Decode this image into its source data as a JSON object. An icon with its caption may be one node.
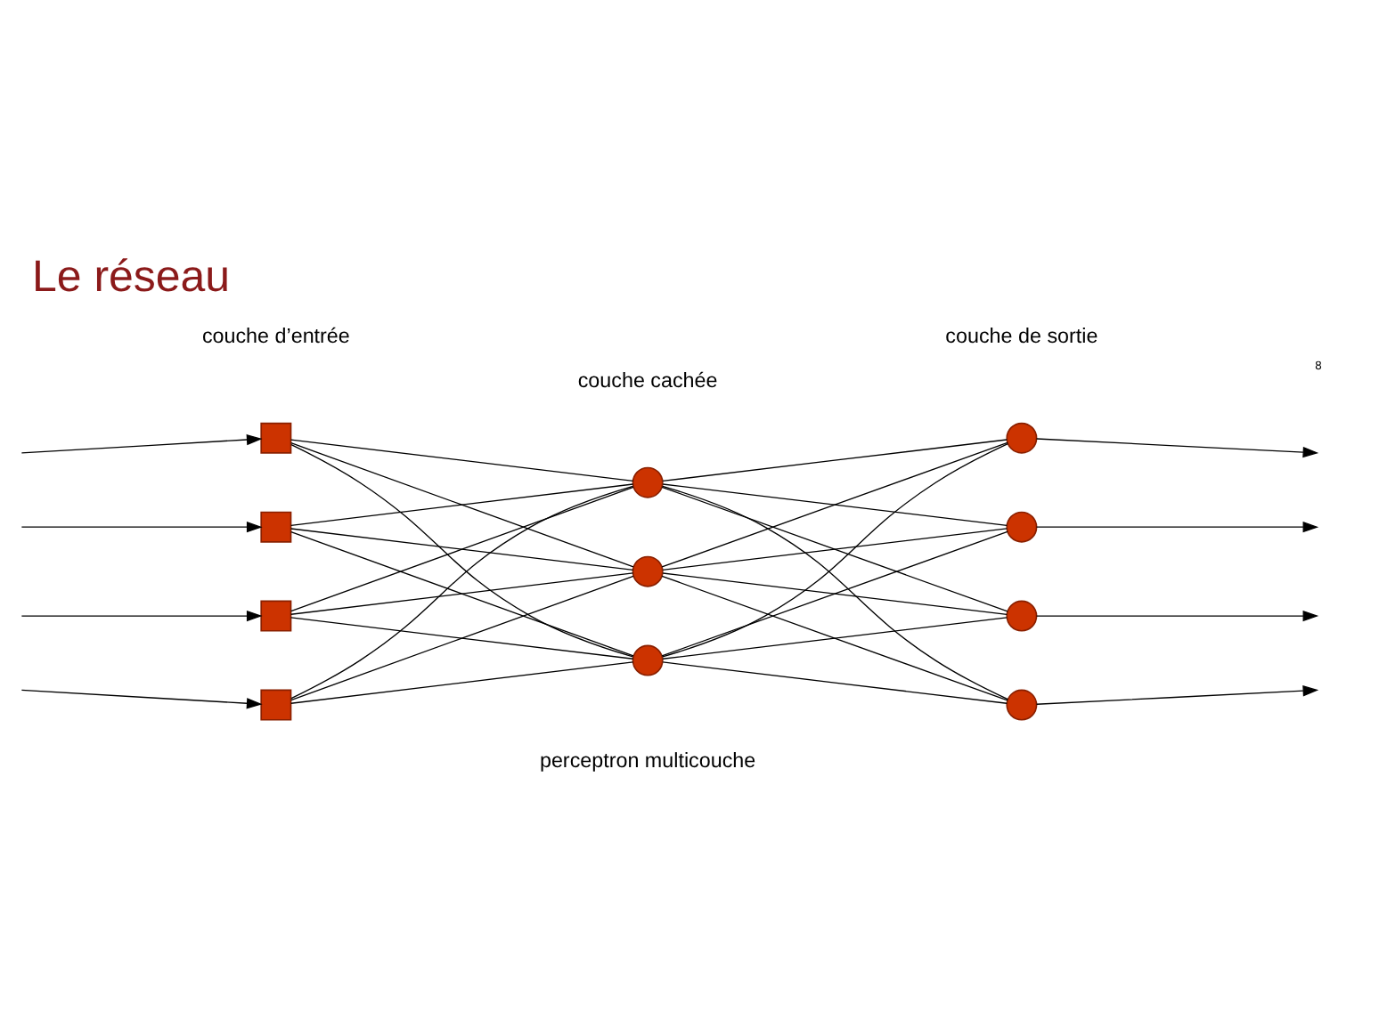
{
  "diagram": {
    "title": "Le réseau",
    "nodes": [
      {
        "text": [],
        "shape": "box"
      },
      {
        "text": [],
        "shape": "box"
      },
      {
        "text": [],
        "shape": "box"
      },
      {
        "text": [],
        "shape": "box"
      },
      {
        "text": [],
        "shape": "circle"
      },
      {
        "text": [],
        "shape": "circle"
      },
      {
        "text": [],
        "shape": "circle"
      },
      {
        "text": [],
        "shape": "circle"
      },
      {
        "text": [],
        "shape": "circle"
      },
      {
        "text": [],
        "shape": "circle"
      },
      {
        "text": [],
        "shape": "circle"
      }
    ],
    "edges": [
      {
        "from": null,
        "to": 0,
        "arrow": "to"
      },
      {
        "from": null,
        "to": 1,
        "arrow": "to"
      },
      {
        "from": null,
        "to": 2,
        "arrow": "to"
      },
      {
        "from": null,
        "to": 3,
        "arrow": "to"
      },
      {
        "from": 0,
        "to": 4,
        "arrow": "none"
      },
      {
        "from": 0,
        "to": 5,
        "arrow": "none"
      },
      {
        "from": 0,
        "to": 6,
        "arrow": "none"
      },
      {
        "from": 1,
        "to": 4,
        "arrow": "none"
      },
      {
        "from": 1,
        "to": 5,
        "arrow": "none"
      },
      {
        "from": 1,
        "to": 6,
        "arrow": "none"
      },
      {
        "from": 2,
        "to": 4,
        "arrow": "none"
      },
      {
        "from": 2,
        "to": 5,
        "arrow": "none"
      },
      {
        "from": 2,
        "to": 6,
        "arrow": "none"
      },
      {
        "from": 3,
        "to": 4,
        "arrow": "none"
      },
      {
        "from": 3,
        "to": 5,
        "arrow": "none"
      },
      {
        "from": 3,
        "to": 6,
        "arrow": "none"
      },
      {
        "from": 4,
        "to": 7,
        "arrow": "none"
      },
      {
        "from": 4,
        "to": 8,
        "arrow": "none"
      },
      {
        "from": 4,
        "to": 9,
        "arrow": "none"
      },
      {
        "from": 4,
        "to": 10,
        "arrow": "none"
      },
      {
        "from": 5,
        "to": 7,
        "arrow": "none"
      },
      {
        "from": 5,
        "to": 8,
        "arrow": "none"
      },
      {
        "from": 5,
        "to": 9,
        "arrow": "none"
      },
      {
        "from": 5,
        "to": 10,
        "arrow": "none"
      },
      {
        "from": 6,
        "to": 7,
        "arrow": "none"
      },
      {
        "from": 6,
        "to": 8,
        "arrow": "none"
      },
      {
        "from": 6,
        "to": 9,
        "arrow": "none"
      },
      {
        "from": 6,
        "to": 10,
        "arrow": "none"
      },
      {
        "from": 7,
        "to": null,
        "arrow": "to"
      },
      {
        "from": 8,
        "to": null,
        "arrow": "to"
      },
      {
        "from": 9,
        "to": null,
        "arrow": "to"
      },
      {
        "from": 10,
        "to": null,
        "arrow": "to"
      }
    ],
    "labels": [
      "couche d’entrée",
      "couche cachée",
      "couche de sortie",
      "perceptron multicouche",
      "8"
    ]
  }
}
